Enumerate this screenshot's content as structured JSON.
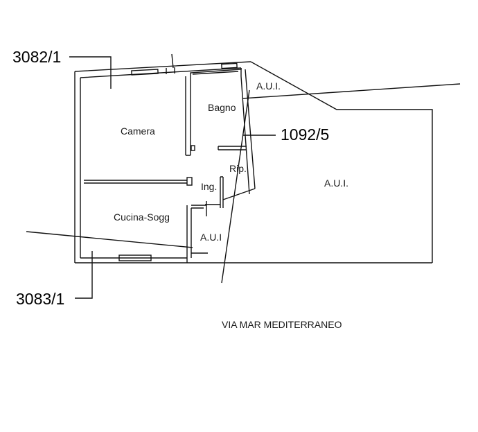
{
  "parcels": {
    "top_left": "3082/1",
    "bottom_left": "3083/1",
    "right": "1092/5"
  },
  "rooms": {
    "camera": "Camera",
    "bagno": "Bagno",
    "rip": "Rip.",
    "ing": "Ing.",
    "cucina": "Cucina-Sogg",
    "aui_small": "A.U.I",
    "aui_top": "A.U.I.",
    "aui_large": "A.U.I."
  },
  "street": "VIA MAR MEDITERRANEO"
}
